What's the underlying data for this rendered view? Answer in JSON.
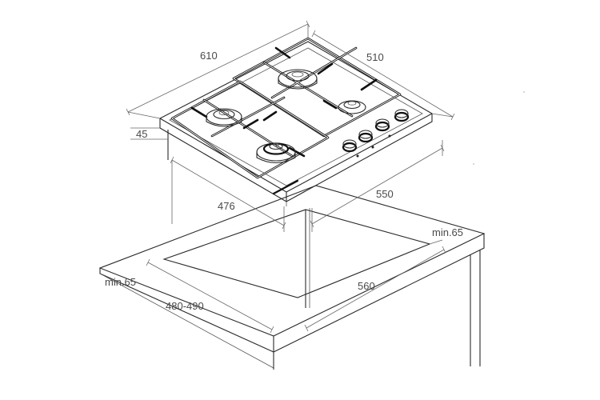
{
  "dimensions": {
    "width_top": "610",
    "depth_top": "510",
    "height": "45",
    "cutout_depth": "476",
    "cutout_width": "550",
    "min_right": "min.65",
    "min_left": "min.65",
    "counter_width": "560",
    "counter_depth": "480-490"
  },
  "colors": {
    "line": "#2a2a2a",
    "dimension": "#666666",
    "text": "#4a4a4a",
    "background": "#ffffff"
  },
  "icons": [
    "burner-icon",
    "knob-icon",
    "pan-support-icon"
  ]
}
